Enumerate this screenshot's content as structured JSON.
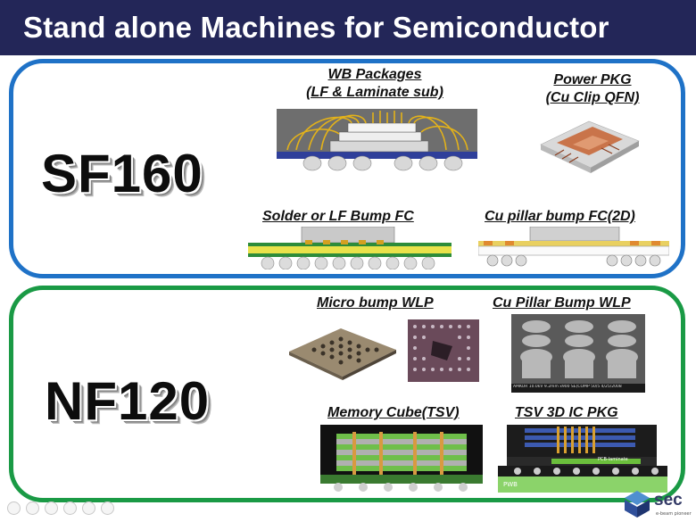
{
  "slide": {
    "title": "Stand alone Machines for Semiconductor"
  },
  "sf160": {
    "label": "SF160",
    "captions": {
      "wb_line1": "WB Packages",
      "wb_line2": "(LF & Laminate sub)",
      "power_line1": "Power PKG",
      "power_line2": "(Cu Clip QFN)",
      "solder": "Solder or LF Bump FC",
      "cupillar": "Cu pillar bump FC(2D)"
    }
  },
  "nf120": {
    "label": "NF120",
    "captions": {
      "microbump": "Micro bump WLP",
      "cupillar_wlp": "Cu Pillar Bump WLP",
      "memory": "Memory Cube(TSV)",
      "tsv3d": "TSV 3D IC PKG"
    },
    "sem_text": "AMKOR 10.0kV 9.2mm x900 SE(COMP 50/5 4/25/2008",
    "tsv_pwb_text": "PWB",
    "tsv_pcb_text": "PCB-laminate"
  },
  "logo": {
    "text": "sec",
    "subtext": "e-beam pioneer"
  },
  "colors": {
    "title_bg": "#232658",
    "sf_border": "#1f72c7",
    "nf_border": "#1a9a45"
  }
}
